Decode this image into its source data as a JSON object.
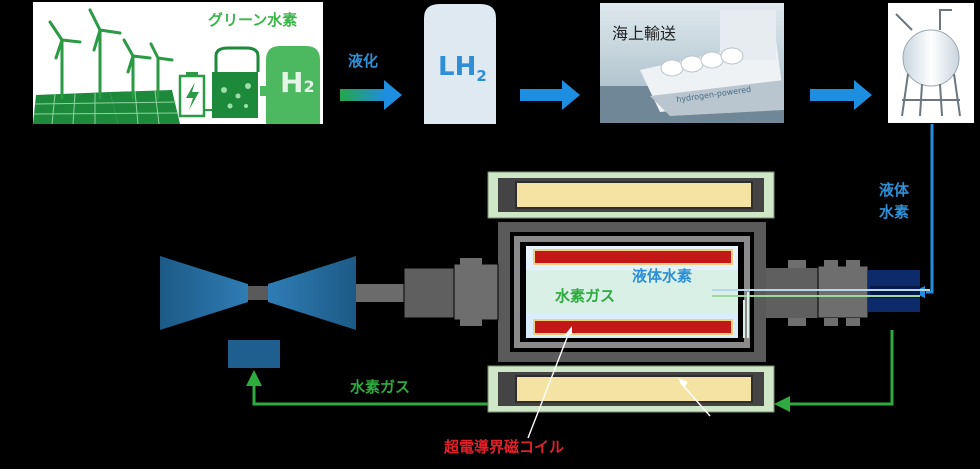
{
  "labels": {
    "green_hydrogen": "グリーン水素",
    "h2_tank_mark": "H",
    "h2_tank_sub": "2",
    "liquefaction": "液化",
    "lh2_main": "LH",
    "lh2_sub": "2",
    "sea_transport": "海上輸送",
    "ship_hull_text": "hydrogen-powered",
    "liquid_hydrogen_line1": "液体",
    "liquid_hydrogen_line2": "水素",
    "inner_liquid_hydrogen": "液体水素",
    "inner_hydrogen_gas": "水素ガス",
    "return_hydrogen_gas": "水素ガス",
    "coil_label": "超電導界磁コイル"
  },
  "colors": {
    "background": "#000000",
    "green_text": "#3bb54a",
    "blue_text": "#2e8fd6",
    "red_text": "#e0212b",
    "arrow_blue": "#1e8ee0",
    "pipe_green": "#2eaa3e",
    "coil_red": "#c21818",
    "cryostat_beige": "#f4e3a3",
    "frame_green": "#cfe7c6",
    "gray_dark": "#5a5a5a",
    "gray_mid": "#8a8a8a",
    "turbine_blue": "#1f5f8f",
    "connector_navy": "#0d2a6b"
  }
}
